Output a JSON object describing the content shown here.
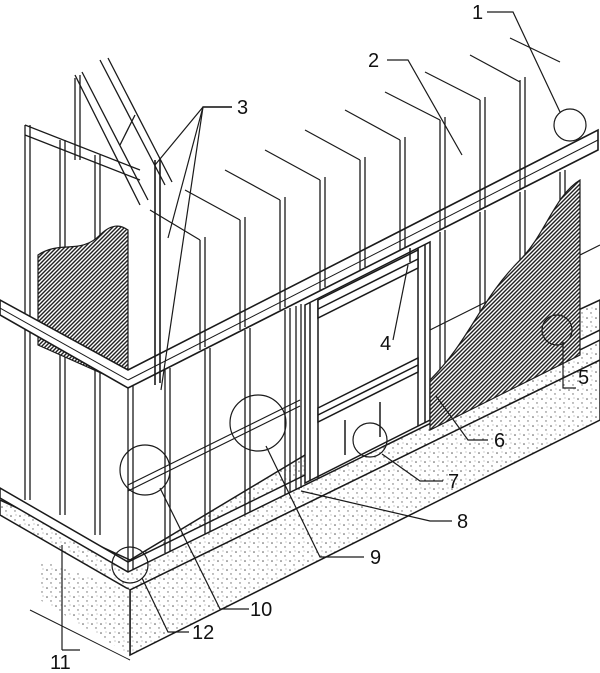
{
  "diagram": {
    "colors": {
      "line": "#1a1a1a",
      "hatch": "#333333",
      "concrete_dots": "#555555",
      "background": "#ffffff"
    },
    "callouts": [
      {
        "id": "1",
        "label": "1"
      },
      {
        "id": "2",
        "label": "2"
      },
      {
        "id": "3",
        "label": "3"
      },
      {
        "id": "4",
        "label": "4"
      },
      {
        "id": "5",
        "label": "5"
      },
      {
        "id": "6",
        "label": "6"
      },
      {
        "id": "7",
        "label": "7"
      },
      {
        "id": "8",
        "label": "8"
      },
      {
        "id": "9",
        "label": "9"
      },
      {
        "id": "10",
        "label": "10"
      },
      {
        "id": "11",
        "label": "11"
      },
      {
        "id": "12",
        "label": "12"
      }
    ]
  }
}
